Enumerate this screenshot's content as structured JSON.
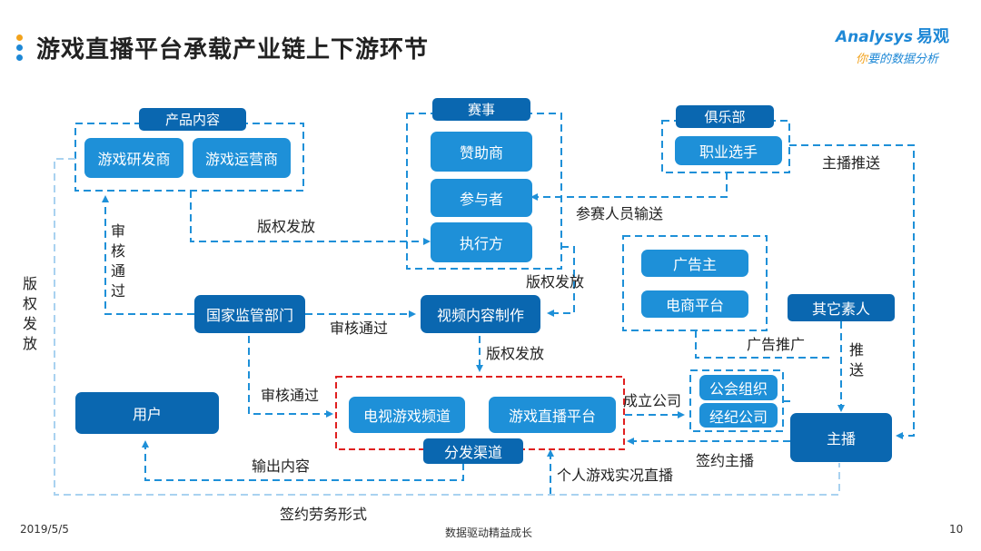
{
  "title": "游戏直播平台承载产业链上下游环节",
  "logo": {
    "brand": "Analysys",
    "brand_cn": "易观",
    "tagline_hl": "你",
    "tagline": "要的数据分析"
  },
  "groups": {
    "product": {
      "header": "产品内容",
      "items": [
        "游戏研发商",
        "游戏运营商"
      ]
    },
    "event": {
      "header": "赛事",
      "items": [
        "赞助商",
        "参与者",
        "执行方"
      ]
    },
    "club": {
      "header": "俱乐部",
      "items": [
        "职业选手"
      ]
    },
    "advert": {
      "items": [
        "广告主",
        "电商平台"
      ]
    },
    "union": {
      "items": [
        "公会组织",
        "经纪公司"
      ]
    },
    "channel": {
      "items": [
        "电视游戏频道",
        "游戏直播平台"
      ],
      "footer": "分发渠道"
    }
  },
  "nodes": {
    "regulator": "国家监管部门",
    "video": "视频内容制作",
    "user": "用户",
    "other": "其它素人",
    "anchor": "主播"
  },
  "labels": {
    "copyright1": "版权发放",
    "copyright2": "版权发放",
    "copyright3": "版权发放",
    "copyright_left": "版权发放",
    "review_v": "审核通过",
    "review_h": "审核通过",
    "review_low": "审核通过",
    "participants": "参赛人员输送",
    "anchor_push": "主播推送",
    "ad_promo": "广告推广",
    "push_v": "推送",
    "found_company": "成立公司",
    "sign_anchor": "签约主播",
    "output_content": "输出内容",
    "personal_live": "个人游戏实况直播",
    "labor_contract": "签约劳务形式"
  },
  "footer": {
    "date": "2019/5/5",
    "center": "数据驱动精益成长",
    "page": "10"
  },
  "colors": {
    "light": "#1e90d8",
    "dark": "#0a67b0",
    "line": "#1e90d8",
    "faint": "#a9d2f0",
    "red": "#e02020"
  }
}
